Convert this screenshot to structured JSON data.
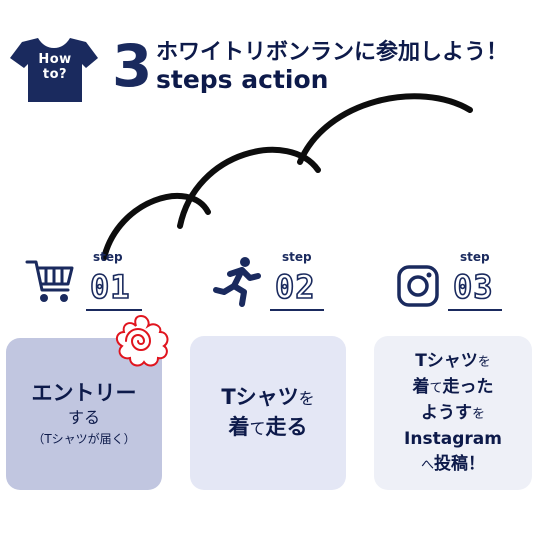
{
  "header": {
    "badge_text": "How to?",
    "number": "3",
    "title_jp": "ホワイトリボンランに参加しよう！",
    "title_en": "steps action"
  },
  "steps": [
    {
      "icon": "shopping-cart-icon",
      "label": "step",
      "number": "01"
    },
    {
      "icon": "running-person-icon",
      "label": "step",
      "number": "02"
    },
    {
      "icon": "instagram-icon",
      "label": "step",
      "number": "03"
    }
  ],
  "cards": {
    "entry": {
      "main": "エントリー",
      "sub": "する",
      "note": "（Tシャツが届く）"
    },
    "run": {
      "line1_bold": "Tシャツ",
      "line1_small": "を",
      "line2_a": "着",
      "line2_b": "て",
      "line2_c": "走る"
    },
    "post": {
      "line1_bold": "Tシャツ",
      "line1_small": "を",
      "line2_a": "着",
      "line2_b": "て",
      "line2_c": "走った",
      "line3_bold": "ようす",
      "line3_small": "を",
      "line4": "Instagram",
      "line5_small": "へ",
      "line5_bold": "投稿！"
    }
  },
  "colors": {
    "navy": "#1a2a5e",
    "card1": "#c1c6e0",
    "card2": "#e4e7f5",
    "card3": "#eef0f7",
    "flower": "#e0141e"
  }
}
